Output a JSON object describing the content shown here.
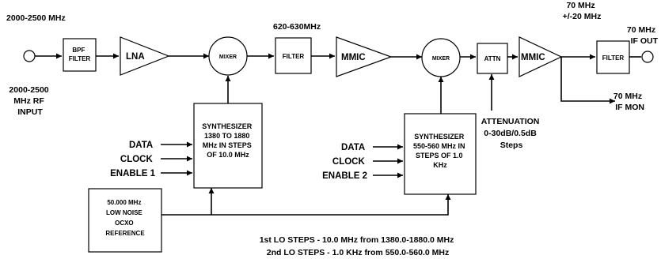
{
  "top_labels": {
    "rf_band": "2000-2500 MHz",
    "first_if": "620-630MHz",
    "if_out_freq": [
      "70 MHz",
      "+/-20 MHz"
    ]
  },
  "ports": {
    "rf_input": [
      "2000-2500",
      "MHz RF",
      "INPUT"
    ],
    "if_out": [
      "70 MHz",
      "IF OUT"
    ],
    "if_mon": [
      "70 MHz",
      "IF MON"
    ]
  },
  "blocks": {
    "bpf_filter": [
      "BPF",
      "FILTER"
    ],
    "lna": "LNA",
    "mixer1": "MIXER",
    "filter1": "FILTER",
    "mmic1": "MMIC",
    "mixer2": "MIXER",
    "attn": "ATTN",
    "mmic2": "MMIC",
    "filter2": "FILTER",
    "synth1": [
      "SYNTHESIZER",
      "1380 TO 1880",
      "MHz IN STEPS",
      "OF 10.0 MHz"
    ],
    "synth2": [
      "SYNTHESIZER",
      "550-560 MHz IN",
      "STEPS OF 1.0",
      "KHz"
    ],
    "reference": [
      "50.000 MHz",
      "LOW NOISE",
      "OCXO",
      "REFERENCE"
    ]
  },
  "control_inputs": {
    "synth1": [
      "DATA",
      "CLOCK",
      "ENABLE 1"
    ],
    "synth2": [
      "DATA",
      "CLOCK",
      "ENABLE 2"
    ]
  },
  "attenuation_label": [
    "ATTENUATION",
    "0-30dB/0.5dB",
    "Steps"
  ],
  "notes": [
    "1st LO STEPS - 10.0 MHz from 1380.0-1880.0 MHz",
    "2nd LO STEPS - 1.0 KHz from 550.0-560.0 MHz"
  ]
}
